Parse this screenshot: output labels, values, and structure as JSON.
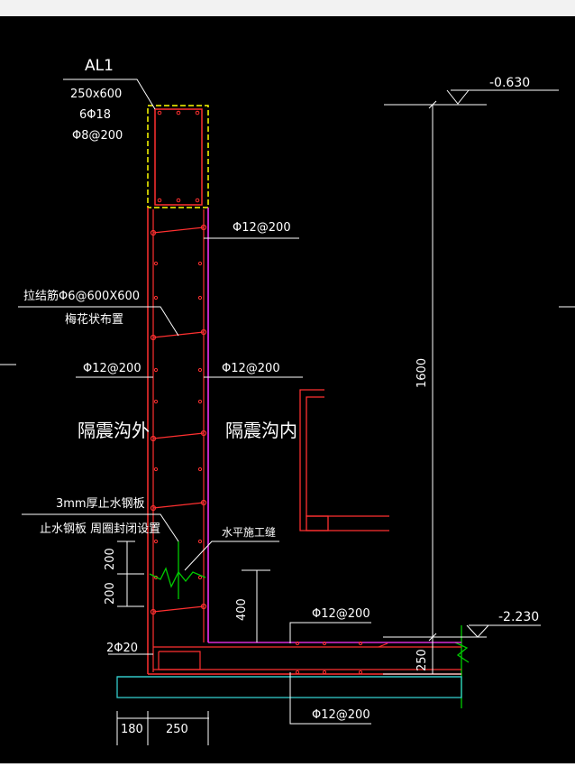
{
  "drawing": {
    "beam_name": "AL1",
    "beam_size": "250x600",
    "beam_main_bars": "6Φ18",
    "beam_stirrup": "Φ8@200",
    "elevation_top": "-0.630",
    "elevation_bottom": "-2.230",
    "wall_bar_upper": "Φ12@200",
    "tie_bar_line1": "拉结筋Φ6@600X600",
    "tie_bar_line2": "梅花状布置",
    "wall_bar_outer": "Φ12@200",
    "wall_bar_inner": "Φ12@200",
    "outside_label": "隔震沟外",
    "inside_label": "隔震沟内",
    "steel_plate_line1": "3mm厚止水钢板",
    "steel_plate_line2": "止水钢板 周圈封闭设置",
    "construction_joint": "水平施工缝",
    "dim_200_upper": "200",
    "dim_200_lower": "200",
    "dim_400": "400",
    "dim_1600": "1600",
    "dim_250_slab": "250",
    "slab_bar_top": "Φ12@200",
    "slab_bar_bottom": "Φ12@200",
    "corner_bars": "2Φ20",
    "dim_180": "180",
    "dim_250_base": "250"
  },
  "colors": {
    "background": "#000000",
    "concrete_outline": "#ff3030",
    "rebar": "#ff3030",
    "wall_face": "#ff33ff",
    "beam_box": "#ffff00",
    "leader": "#ffffff",
    "dimension": "#ffffff",
    "waterstop": "#00cc00",
    "cushion": "#33cccc"
  }
}
